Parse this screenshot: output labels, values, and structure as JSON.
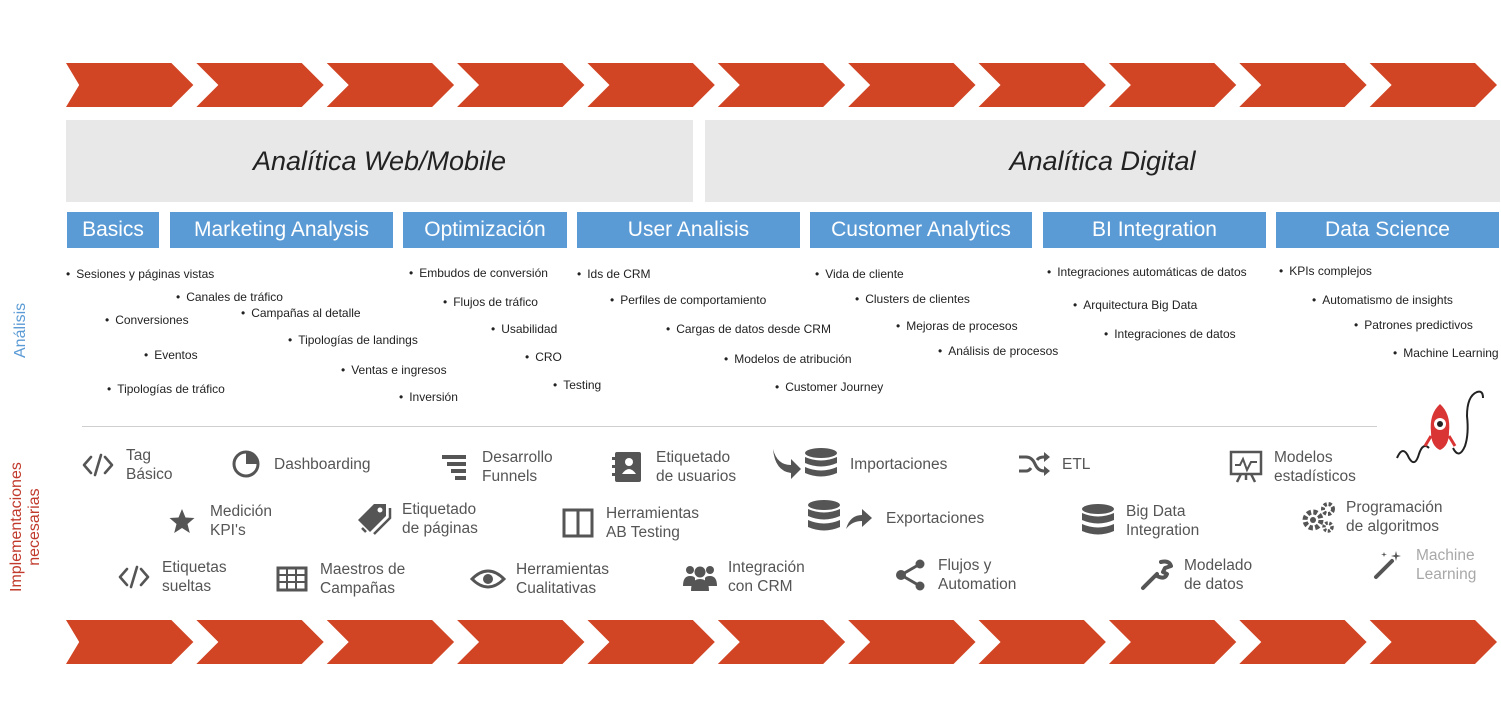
{
  "colors": {
    "arrow": "#d14424",
    "category_bg": "#5b9bd5",
    "header_bg": "#e8e8e8",
    "analysis_label": "#5b9bd5",
    "impl_label": "#c0392b",
    "icon": "#555555",
    "logo": "#d93535"
  },
  "headers": {
    "web": "Analítica Web/Mobile",
    "digital": "Analítica Digital"
  },
  "categories": [
    "Basics",
    "Marketing Analysis",
    "Optimización",
    "User Analisis",
    "Customer Analytics",
    "BI Integration",
    "Data Science"
  ],
  "side_labels": {
    "analysis": "Análisis",
    "impl": "Implementaciones\nnecesarias"
  },
  "bullets": [
    "Sesiones y páginas vistas",
    "Canales de tráfico",
    "Conversiones",
    "Campañas al detalle",
    "Tipologías de landings",
    "Eventos",
    "Ventas e ingresos",
    "Tipologías de tráfico",
    "Inversión",
    "Embudos de conversión",
    "Flujos de tráfico",
    "Usabilidad",
    "CRO",
    "Testing",
    "Ids de CRM",
    "Perfiles de comportamiento",
    "Cargas de datos desde CRM",
    "Modelos de atribución",
    "Customer Journey",
    "Vida de cliente",
    "Clusters de clientes",
    "Mejoras de procesos",
    "Análisis de procesos",
    "Integraciones automáticas de datos",
    "Arquitectura Big Data",
    "Integraciones de datos",
    "KPIs complejos",
    "Automatismo de insights",
    "Patrones predictivos",
    "Machine Learning"
  ],
  "implementations": [
    {
      "label": "Tag\nBásico",
      "icon": "code-icon"
    },
    {
      "label": "Dashboarding",
      "icon": "pie-chart-icon"
    },
    {
      "label": "Desarrollo\nFunnels",
      "icon": "funnel-icon"
    },
    {
      "label": "Etiquetado\nde usuarios",
      "icon": "contact-book-icon"
    },
    {
      "label": "Importaciones",
      "icon": "database-import-icon"
    },
    {
      "label": "ETL",
      "icon": "shuffle-icon"
    },
    {
      "label": "Modelos\nestadísticos",
      "icon": "presentation-chart-icon"
    },
    {
      "label": "Medición\nKPI's",
      "icon": "star-icon"
    },
    {
      "label": "Etiquetado\nde páginas",
      "icon": "tags-icon"
    },
    {
      "label": "Herramientas\nAB Testing",
      "icon": "split-columns-icon"
    },
    {
      "label": "Exportaciones",
      "icon": "database-export-icon"
    },
    {
      "label": "Big Data\nIntegration",
      "icon": "database-icon"
    },
    {
      "label": "Programación\nde algoritmos",
      "icon": "gears-icon"
    },
    {
      "label": "Etiquetas\nsueltas",
      "icon": "code-icon"
    },
    {
      "label": "Maestros de\nCampañas",
      "icon": "table-icon"
    },
    {
      "label": "Herramientas\nCualitativas",
      "icon": "eye-icon"
    },
    {
      "label": "Integración\ncon CRM",
      "icon": "users-icon"
    },
    {
      "label": "Flujos y\nAutomation",
      "icon": "share-nodes-icon"
    },
    {
      "label": "Modelado\nde datos",
      "icon": "wrench-icon"
    },
    {
      "label": "Machine\nLearning",
      "icon": "magic-wand-icon"
    }
  ]
}
